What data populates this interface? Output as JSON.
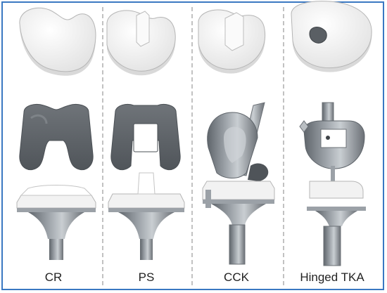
{
  "columns": [
    {
      "id": "cr",
      "label": "CR"
    },
    {
      "id": "ps",
      "label": "PS"
    },
    {
      "id": "cck",
      "label": "CCK"
    },
    {
      "id": "hinged",
      "label": "Hinged TKA"
    }
  ],
  "colors": {
    "frame": "#3a78c2",
    "divider": "#9a9a9a",
    "metal_dark": "#6b7076",
    "metal_mid": "#9ba1a7",
    "metal_light": "#c9ced2",
    "poly": "#f4f4f4",
    "poly_edge": "#b5b5b5"
  }
}
